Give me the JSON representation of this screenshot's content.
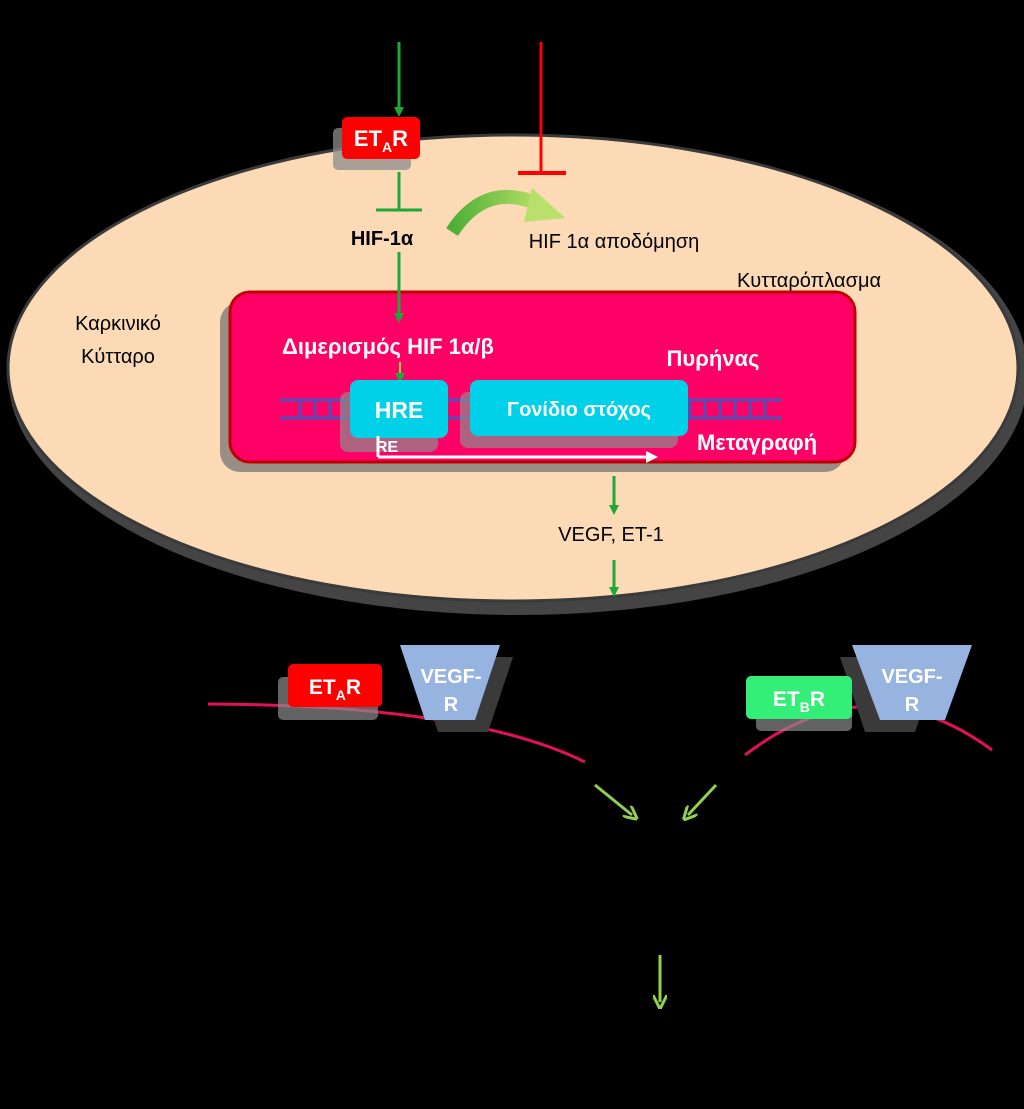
{
  "labels": {
    "cancer_cell_line1": "Καρκινικό",
    "cancer_cell_line2": "Κύτταρο",
    "cytoplasm": "Κυτταρόπλασμα",
    "hif1a": "HIF-1α",
    "hif1a_degradation": "HIF 1α αποδόμηση",
    "dimerization": "Διμερισμός HIF 1α/β",
    "nucleus": "Πυρήνας",
    "transcription": "Μεταγραφή",
    "products": "VEGF, ET-1",
    "hre_shadow_fragment": "RE"
  },
  "boxes": {
    "hre": "HRE",
    "target_gene": "Γονίδιο στόχος",
    "eta_receptor": {
      "main": "ET",
      "sub": "A",
      "suffix": "R"
    },
    "etb_receptor": {
      "main": "ET",
      "sub": "B",
      "suffix": "R"
    },
    "vegfr_line1": "VEGF-",
    "vegfr_line2": "R"
  },
  "colors": {
    "background": "#000000",
    "cell": "#FCDAB6",
    "cell_border": "#555555",
    "nucleus": "#FF0066",
    "nucleus_border": "#C00000",
    "hre_box": "#00D0E8",
    "eta_receptor": "#FF0000",
    "etb_receptor": "#33EE77",
    "vegfr": "#97B3E0",
    "activation_arrow": "#1FA83A",
    "inhibition": "#FF0000",
    "membrane": "#E0105A",
    "dna_strand": "#4F4FB8",
    "downstream_arrow": "#92D050"
  }
}
